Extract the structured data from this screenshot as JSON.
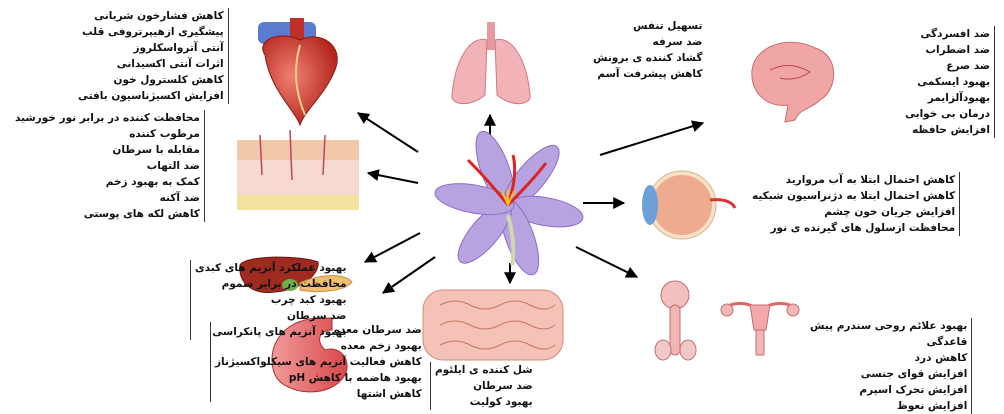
{
  "center": {
    "icon": "saffron-flower-icon"
  },
  "groups": {
    "heart": {
      "icon": "heart-icon",
      "items": [
        "کاهش فشارخون شریانی",
        "پیشگیری ازهیپرتروفی قلب",
        "آنتی آترواسکلروز",
        "اثرات آنتی اکسیدانی",
        "کاهش کلسترول خون",
        "افزایش اکسیژناسیون بافتی"
      ]
    },
    "lungs": {
      "icon": "lungs-icon",
      "items": [
        "تسهیل تنفس",
        "ضد سرفه",
        "گشاد کننده ی برونش",
        "کاهش پیشرفت آسم"
      ]
    },
    "brain": {
      "icon": "brain-icon",
      "items": [
        "ضد افسردگی",
        "ضد اضطراب",
        "ضد صرع",
        "بهبود ایسکمی",
        "بهبودآلزایمر",
        "درمان بی خوابی",
        "افزایش حافظه"
      ]
    },
    "skin": {
      "icon": "skin-icon",
      "items": [
        "محافظت کننده در برابر نور خورشید",
        "مرطوب کننده",
        "مقابله با سرطان",
        "ضد التهاب",
        "کمک به بهبود زخم",
        "ضد آکنه",
        "کاهش لکه های پوستی"
      ]
    },
    "eye": {
      "icon": "eye-icon",
      "items": [
        "کاهش احتمال ابتلا به آب مروارید",
        "کاهش احتمال ابتلا به دژنراسیون شبکیه",
        "افزایش جریان خون چشم",
        "محافظت ازسلول های گیرنده ی نور"
      ]
    },
    "liver": {
      "icon": "liver-icon",
      "items": [
        "بهبود عملکرد آنزیم های کبدی",
        "محافظت در برابر سموم",
        "بهبود کبد چرب",
        "ضد سرطان",
        "بهبود آنزیم های پانکراسی"
      ]
    },
    "reproductive": {
      "icon": "reproductive-organs-icon",
      "items": [
        "بهبود علائم روحی سندرم پیش",
        "قاعدگی",
        "کاهش درد",
        "افزایش قوای جنسی",
        "افزایش تحرک اسپرم",
        "افزایش نعوظ"
      ]
    },
    "stomach": {
      "icon": "stomach-icon",
      "items": [
        "ضد سرطان معده",
        "بهبود زخم معده",
        "کاهش فعالیت آنزیم های سیکلواکسیژناز",
        "بهبود هاضمه با کاهش pH",
        "کاهش اشتها"
      ]
    },
    "intestine": {
      "icon": "intestine-icon",
      "items": [
        "شل کننده ی ایلئوم",
        "ضد سرطان",
        "بهبود کولیت"
      ]
    }
  }
}
